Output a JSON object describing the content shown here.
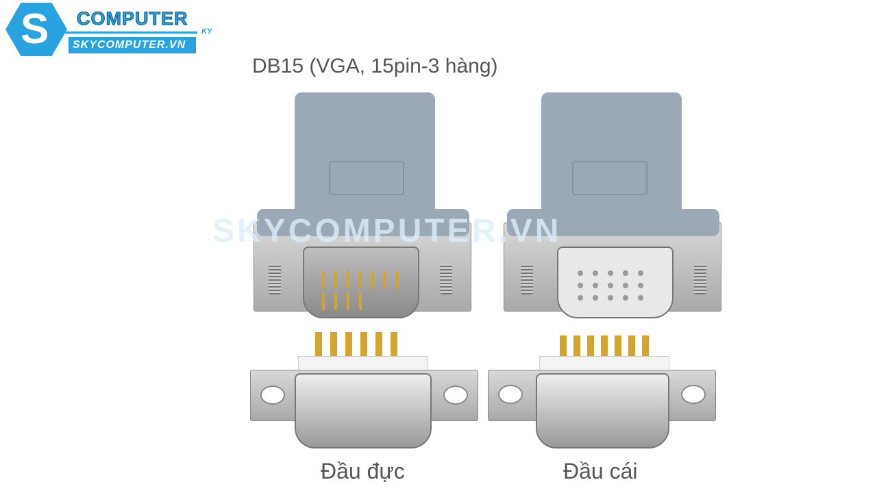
{
  "logo": {
    "mark": "S",
    "name": "COMPUTER",
    "suffix": "KY",
    "url": "SKYCOMPUTER.VN"
  },
  "title": "DB15 (VGA, 15pin-3 hàng)",
  "watermark": "SKYCOMPUTER.VN",
  "labels": {
    "male": "Đầu đực",
    "female": "Đầu cái"
  },
  "colors": {
    "brand": "#29a3e0",
    "hood": "#9ba8b5",
    "pin_gold": "#d4a52a"
  }
}
